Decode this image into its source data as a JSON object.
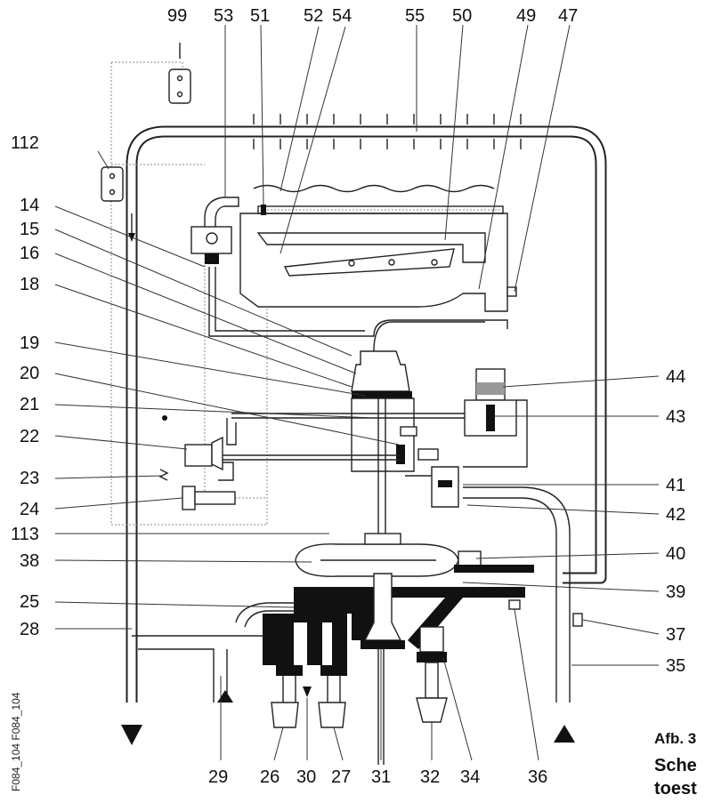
{
  "labels": {
    "top": [
      "99",
      "53",
      "51",
      "52",
      "54",
      "55",
      "50",
      "49",
      "47"
    ],
    "left": [
      "112",
      "14",
      "15",
      "16",
      "18",
      "19",
      "20",
      "21",
      "22",
      "23",
      "24",
      "113",
      "38",
      "25",
      "28"
    ],
    "right": [
      "44",
      "43",
      "41",
      "42",
      "40",
      "39",
      "37",
      "35"
    ],
    "bottom": [
      "29",
      "26",
      "30",
      "27",
      "31",
      "32",
      "34",
      "36"
    ]
  },
  "side_text": "F084_104 F084_104",
  "caption": {
    "line1": "Afb. 3",
    "line2": "Sche",
    "line3": "toest"
  },
  "colors": {
    "line": "#222222",
    "fill": "#111111",
    "background": "#ffffff"
  }
}
